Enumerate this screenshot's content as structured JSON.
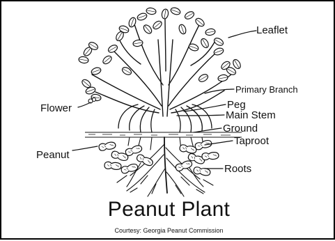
{
  "diagram": {
    "title": "Peanut Plant",
    "credit": "Courtesy: Georgia Peanut Commission",
    "labels": {
      "leaflet": "Leaflet",
      "primary_branch": "Primary Branch",
      "flower": "Flower",
      "peg": "Peg",
      "main_stem": "Main Stem",
      "ground": "Ground",
      "taproot": "Taproot",
      "peanut": "Peanut",
      "roots": "Roots"
    }
  },
  "colors": {
    "ink": "#111111",
    "background": "#ffffff",
    "border": "#000000"
  }
}
